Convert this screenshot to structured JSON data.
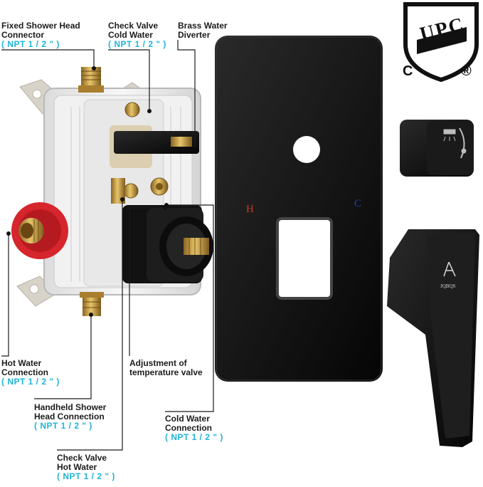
{
  "callouts": {
    "fixed_head": {
      "line1": "Fixed Shower Head",
      "line2": "Connector",
      "spec": "( NPT 1 / 2 \" )"
    },
    "check_cold": {
      "line1": "Check Valve",
      "line2": "Cold Water",
      "spec": "( NPT 1 / 2 \" )"
    },
    "diverter": {
      "line1": "Brass Water",
      "line2": "Diverter"
    },
    "hot_conn": {
      "line1": "Hot Water",
      "line2": "Connection",
      "spec": "( NPT 1 / 2 \" )"
    },
    "adjust": {
      "line1": "Adjustment of",
      "line2": "temperature valve"
    },
    "handheld": {
      "line1": "Handheld Shower",
      "line2": "Head Connection",
      "spec": "( NPT 1 / 2 \" )"
    },
    "cold_conn": {
      "line1": "Cold Water",
      "line2": "Connection",
      "spec": "( NPT 1 / 2 \" )"
    },
    "check_hot": {
      "line1": "Check Valve",
      "line2": "Hot Water",
      "spec": "( NPT 1 / 2 \" )"
    }
  },
  "plate_marks": {
    "hot": "H",
    "cold": "C"
  },
  "handle_brand": "JQBQS",
  "cert_logo": {
    "text": "UPC",
    "c_mark": "C",
    "r_mark": "®"
  },
  "colors": {
    "spec_text": "#1fb4d8",
    "hot_mark": "#c0392b",
    "cold_mark": "#2c3e9e",
    "finish": "#141414",
    "brass": "#c9a24a"
  }
}
